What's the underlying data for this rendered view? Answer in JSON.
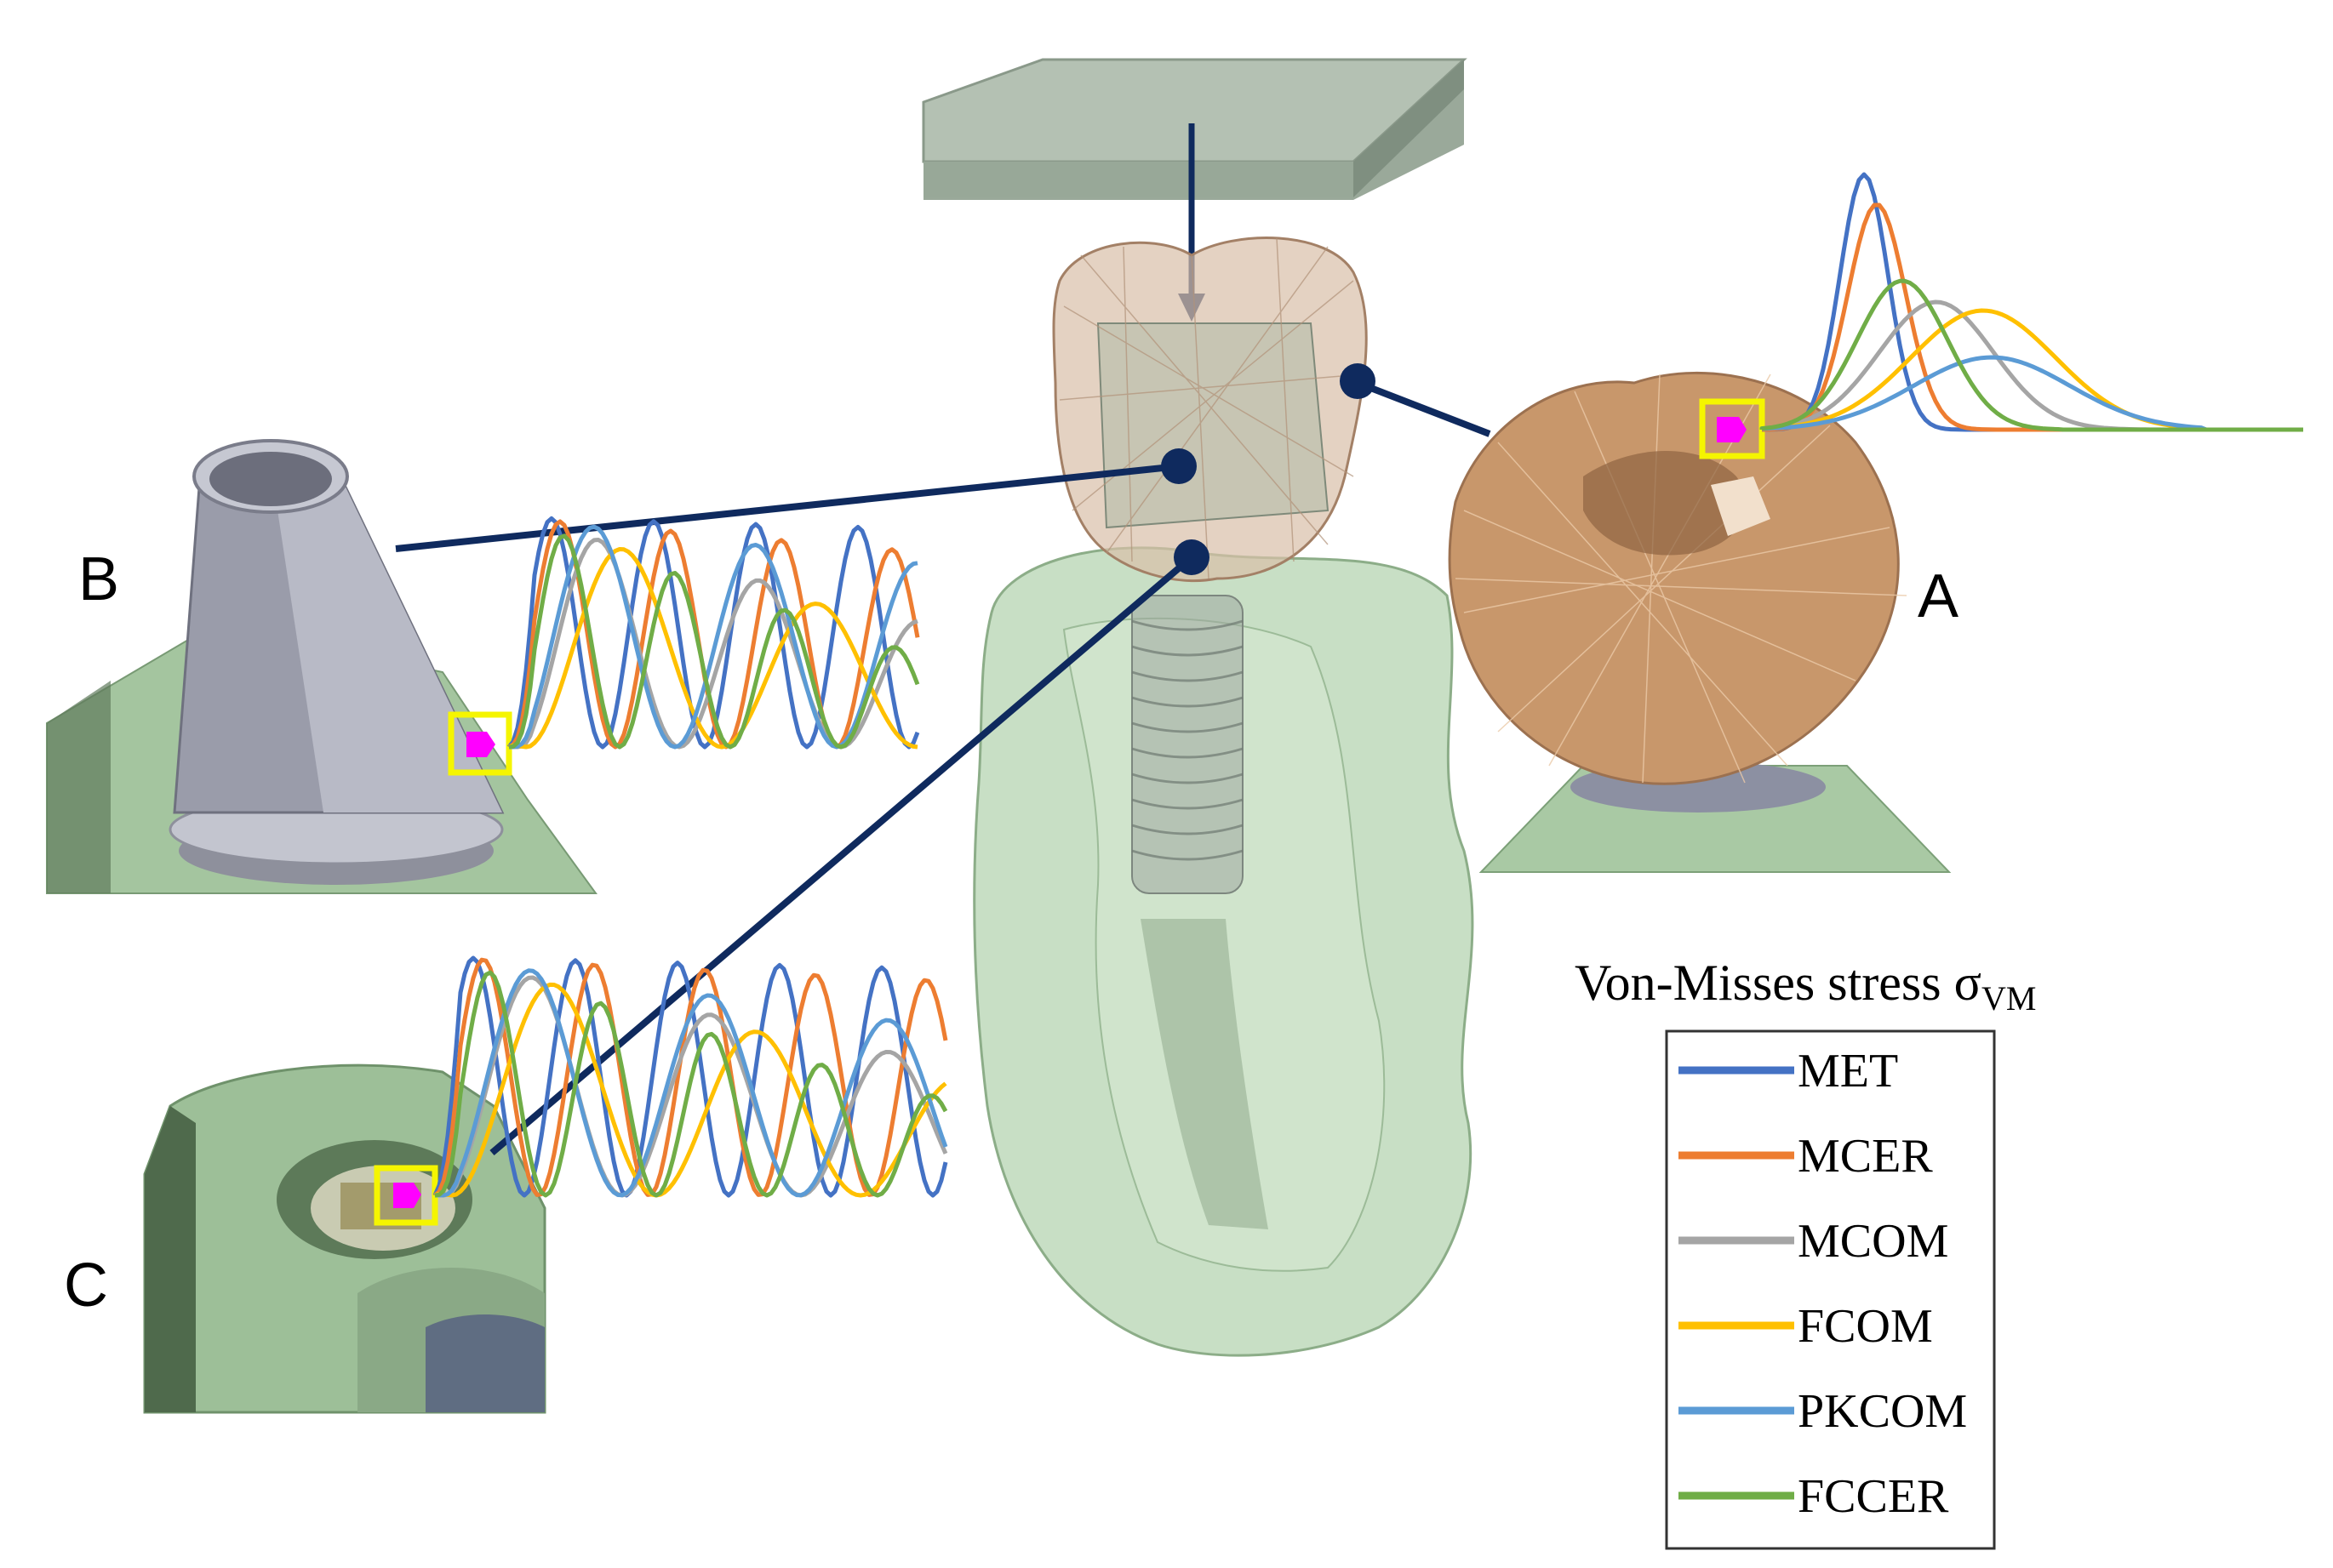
{
  "panels": {
    "A": "A",
    "B": "B",
    "C": "C"
  },
  "legend": {
    "title_main": "Von-Misses stress σ",
    "title_subscript": "VM",
    "items": [
      {
        "label": "MET",
        "color": "#4472c4"
      },
      {
        "label": "MCER",
        "color": "#ed7d31"
      },
      {
        "label": "MCOM",
        "color": "#a5a5a5"
      },
      {
        "label": "FCOM",
        "color": "#ffc000"
      },
      {
        "label": "PKCOM",
        "color": "#5b9bd5"
      },
      {
        "label": "FCCER",
        "color": "#70ad47"
      }
    ]
  },
  "colors": {
    "connector": "#0f2a5e",
    "highlight_box": "#f5f500",
    "marker": "#ff00ff",
    "bone": "#9fc49a",
    "crown": "#c79a70",
    "abutment": "#a8aab6",
    "plate": "#a9b8a8"
  }
}
